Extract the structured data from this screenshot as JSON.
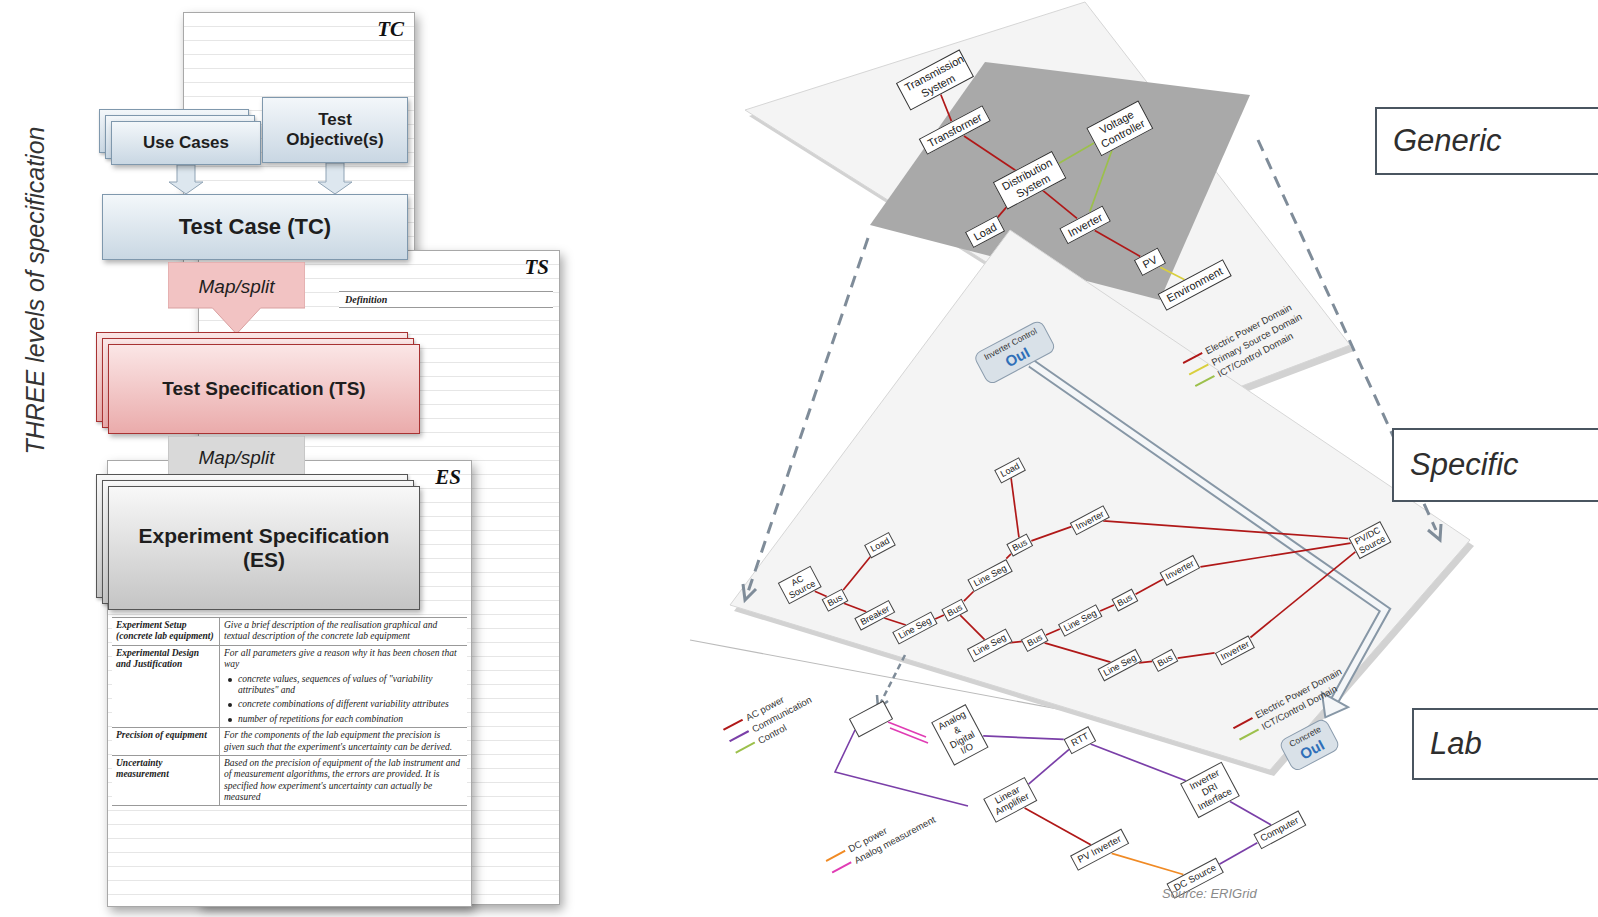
{
  "diagram": {
    "nodes": [
      {
        "text": [
          "TC"
        ]
      },
      {
        "text": [
          "TS",
          "Definition"
        ]
      },
      {
        "text": [
          "ES",
          "Experiment Setup (concrete lab equipment)",
          "Give a brief description of the realisation graphical and textual description of the concrete lab equipment",
          "Experimental Design and Justification",
          "For all parameters give a reason why it has been chosen that way",
          "concrete values, sequences of values of \"variability attributes\" and",
          "concrete combinations of different variability attributes",
          "number of repetitions for each combination",
          "Precision of equipment",
          "For the components of the lab equipment the precision is given such that the experiment's uncertainty can be derived.",
          "Uncertainty measurement",
          "Based on the precision of equipment of the lab instrument and of measurement algorithms, the errors are provided. It is specified how experiment's uncertainty can actually be measured"
        ]
      },
      {
        "text": [
          "Use Cases"
        ]
      },
      {
        "text": [
          "Test Objective(s)"
        ]
      },
      {
        "text": [
          "Test Case (TC)"
        ]
      },
      {
        "text": [
          "Map/split"
        ]
      },
      {
        "text": [
          "Test Specification (TS)"
        ]
      },
      {
        "text": [
          "Map/split"
        ]
      },
      {
        "text": [
          "Experiment Specification (ES)"
        ]
      },
      {
        "text": [
          "Generic"
        ]
      },
      {
        "text": [
          "Specific"
        ]
      },
      {
        "text": [
          "Lab"
        ]
      },
      {
        "text": [
          "Transmission System"
        ]
      },
      {
        "text": [
          "Transformer"
        ]
      },
      {
        "text": [
          "Distribution System"
        ]
      },
      {
        "text": [
          "Voltage Controller"
        ]
      },
      {
        "text": [
          "Load"
        ]
      },
      {
        "text": [
          "Inverter"
        ]
      },
      {
        "text": [
          "PV"
        ]
      },
      {
        "text": [
          "Environment"
        ]
      },
      {
        "text": [
          "Inverter Control",
          "OuI"
        ]
      },
      {
        "text": [
          "AC Source"
        ]
      },
      {
        "text": [
          "Bus"
        ]
      },
      {
        "text": [
          "Load"
        ]
      },
      {
        "text": [
          "Breaker"
        ]
      },
      {
        "text": [
          "Line Seg"
        ]
      },
      {
        "text": [
          "Bus"
        ]
      },
      {
        "text": [
          "Line Seg"
        ]
      },
      {
        "text": [
          "Bus"
        ]
      },
      {
        "text": [
          "Load"
        ]
      },
      {
        "text": [
          "Inverter"
        ]
      },
      {
        "text": [
          "Line Seg"
        ]
      },
      {
        "text": [
          "Bus"
        ]
      },
      {
        "text": [
          "Line Seg"
        ]
      },
      {
        "text": [
          "Bus"
        ]
      },
      {
        "text": [
          "Inverter"
        ]
      },
      {
        "text": [
          "Line Seg"
        ]
      },
      {
        "text": [
          "Bus"
        ]
      },
      {
        "text": [
          "Inverter"
        ]
      },
      {
        "text": [
          "PV/DC Source"
        ]
      },
      {
        "text": [
          "Analog & Digital I/O"
        ]
      },
      {
        "text": [
          "RTT"
        ]
      },
      {
        "text": [
          "Linear Amplifier"
        ]
      },
      {
        "text": [
          "PV Inverter"
        ]
      },
      {
        "text": [
          "Inverter DRI Interface"
        ]
      },
      {
        "text": [
          "Concrete",
          "OuI"
        ]
      },
      {
        "text": [
          "Computer"
        ]
      },
      {
        "text": [
          "DC Source"
        ]
      }
    ],
    "edges": [
      {
        "from": 3,
        "to": 5,
        "arrow": "to"
      },
      {
        "from": 4,
        "to": 5,
        "arrow": "to"
      },
      {
        "from": 13,
        "to": 14,
        "arrow": "none"
      },
      {
        "from": 14,
        "to": 15,
        "arrow": "none"
      },
      {
        "from": 15,
        "to": 17,
        "arrow": "none"
      },
      {
        "from": 15,
        "to": 18,
        "arrow": "none"
      },
      {
        "from": 15,
        "to": 16,
        "arrow": "none"
      },
      {
        "from": 16,
        "to": 18,
        "arrow": "none"
      },
      {
        "from": 18,
        "to": 19,
        "arrow": "none"
      },
      {
        "from": 19,
        "to": 20,
        "arrow": "none"
      },
      {
        "from": 21,
        "to": 46,
        "arrow": "to"
      },
      {
        "from": 22,
        "to": 23,
        "arrow": "none"
      },
      {
        "from": 23,
        "to": 24,
        "arrow": "none"
      },
      {
        "from": 23,
        "to": 25,
        "arrow": "none"
      },
      {
        "from": 25,
        "to": 26,
        "arrow": "none"
      },
      {
        "from": 26,
        "to": 27,
        "arrow": "none"
      },
      {
        "from": 27,
        "to": 28,
        "arrow": "none"
      },
      {
        "from": 28,
        "to": 29,
        "arrow": "none"
      },
      {
        "from": 29,
        "to": 30,
        "arrow": "none"
      },
      {
        "from": 29,
        "to": 31,
        "arrow": "none"
      },
      {
        "from": 27,
        "to": 32,
        "arrow": "none"
      },
      {
        "from": 32,
        "to": 33,
        "arrow": "none"
      },
      {
        "from": 33,
        "to": 34,
        "arrow": "none"
      },
      {
        "from": 34,
        "to": 35,
        "arrow": "none"
      },
      {
        "from": 35,
        "to": 36,
        "arrow": "none"
      },
      {
        "from": 33,
        "to": 37,
        "arrow": "none"
      },
      {
        "from": 37,
        "to": 38,
        "arrow": "none"
      },
      {
        "from": 38,
        "to": 39,
        "arrow": "none"
      },
      {
        "from": 31,
        "to": 40,
        "arrow": "none"
      },
      {
        "from": 36,
        "to": 40,
        "arrow": "none"
      },
      {
        "from": 39,
        "to": 40,
        "arrow": "none"
      },
      {
        "from": 41,
        "to": 42,
        "arrow": "none"
      },
      {
        "from": 42,
        "to": 45,
        "arrow": "none"
      },
      {
        "from": 43,
        "to": 44,
        "arrow": "none"
      },
      {
        "from": 44,
        "to": 48,
        "arrow": "none"
      },
      {
        "from": 48,
        "to": 47,
        "arrow": "none"
      },
      {
        "from": 47,
        "to": 45,
        "arrow": "none"
      },
      {
        "from": 42,
        "to": 43,
        "arrow": "none"
      }
    ],
    "labels": [
      "THREE levels of specification",
      "Source: ERIGrid"
    ],
    "legend": [
      {
        "text": "Electric Power Domain"
      },
      {
        "text": "Primary Source Domain"
      },
      {
        "text": "ICT/Control Domain"
      },
      {
        "text": "Electric Power Domain"
      },
      {
        "text": "ICT/Control Domain"
      },
      {
        "text": "AC power"
      },
      {
        "text": "Communication"
      },
      {
        "text": "Control"
      },
      {
        "text": "DC power"
      },
      {
        "text": "Analog measurement"
      }
    ]
  }
}
